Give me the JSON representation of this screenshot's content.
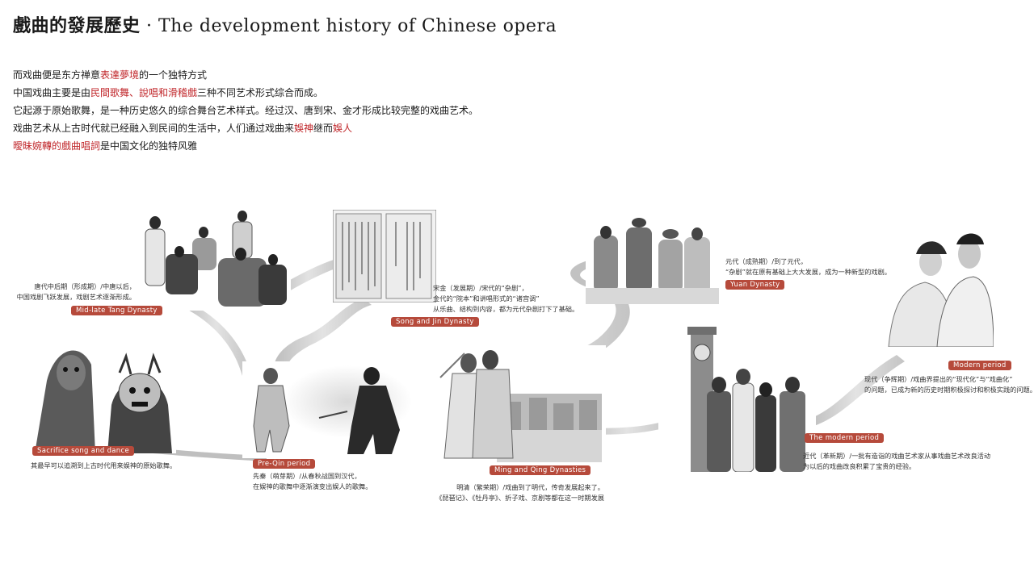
{
  "title": {
    "cn": "戲曲的發展歷史",
    "sep": " · ",
    "en": "The development history of Chinese opera"
  },
  "intro": [
    [
      {
        "t": "而戏曲便是东方禅意"
      },
      {
        "t": "表達夢境",
        "hl": true
      },
      {
        "t": "的一个独特方式"
      }
    ],
    [
      {
        "t": "中国戏曲主要是由"
      },
      {
        "t": "民間歌舞、說唱和滑稽戲",
        "hl": true
      },
      {
        "t": "三种不同艺术形式综合而成。"
      }
    ],
    [
      {
        "t": "它起源于原始歌舞，是一种历史悠久的综合舞台艺术样式。经过汉、唐到宋、金才形成比较完整的戏曲艺术。"
      }
    ],
    [
      {
        "t": "戏曲艺术从上古时代就已经融入到民间的生活中，人们通过戏曲来"
      },
      {
        "t": "娛神",
        "hl": true
      },
      {
        "t": "继而"
      },
      {
        "t": "娛人",
        "hl": true
      }
    ],
    [
      {
        "t": "曖昧婉轉的戲曲唱詞",
        "hl": true
      },
      {
        "t": "是中国文化的独特风雅"
      }
    ]
  ],
  "periods": {
    "sacrifice": {
      "tag": "Sacrifice song and dance",
      "lines": [
        "其最早可以追溯到上古时代用来娱神的原始歌舞。"
      ]
    },
    "preqin": {
      "tag": "Pre-Qin period",
      "lines": [
        "先秦（萌芽期）/从春秋战国到汉代，",
        "在娱神的歌舞中逐渐演变出娱人的歌舞。"
      ]
    },
    "tang": {
      "tag": "Mid-late Tang Dynasty",
      "lines": [
        "唐代中后期（形成期）/中唐以后，",
        "中国戏剧飞跃发展，戏剧艺术逐渐形成。"
      ]
    },
    "song": {
      "tag": "Song and Jin Dynasty",
      "lines": [
        "宋金（发展期）/宋代的“杂剧”，",
        "金代的“院本”和讲唱形式的“诸宫调”",
        "从乐曲、结构到内容，都为元代杂剧打下了基础。"
      ]
    },
    "mingqing": {
      "tag": "Ming and Qing Dynasties",
      "lines": [
        "明清（繁荣期）/戏曲到了明代，传奇发展起来了。",
        "《琵琶记》、《牡丹亭》、折子戏、京剧等都在这一时期发展"
      ]
    },
    "yuan": {
      "tag": "Yuan Dynasty",
      "lines": [
        "元代（成熟期）/到了元代，",
        "“杂剧”就在原有基础上大大发展，成为一种新型的戏剧。"
      ]
    },
    "modernperiod": {
      "tag": "The modern period",
      "lines": [
        "近代（革新期）/一批有造诣的戏曲艺术家从事戏曲艺术改良活动",
        "为以后的戏曲改良积累了宝贵的经验。"
      ]
    },
    "modern": {
      "tag": "Modern period",
      "lines": [
        "现代（争辉期）/戏曲界提出的“现代化”与“戏曲化”",
        "的问题，已成为新的历史时期积极探讨和积极实践的问题。"
      ]
    }
  },
  "colors": {
    "accent": "#c0262a",
    "tag": "#b64a3b",
    "ribbon": "#cfcfcf"
  }
}
